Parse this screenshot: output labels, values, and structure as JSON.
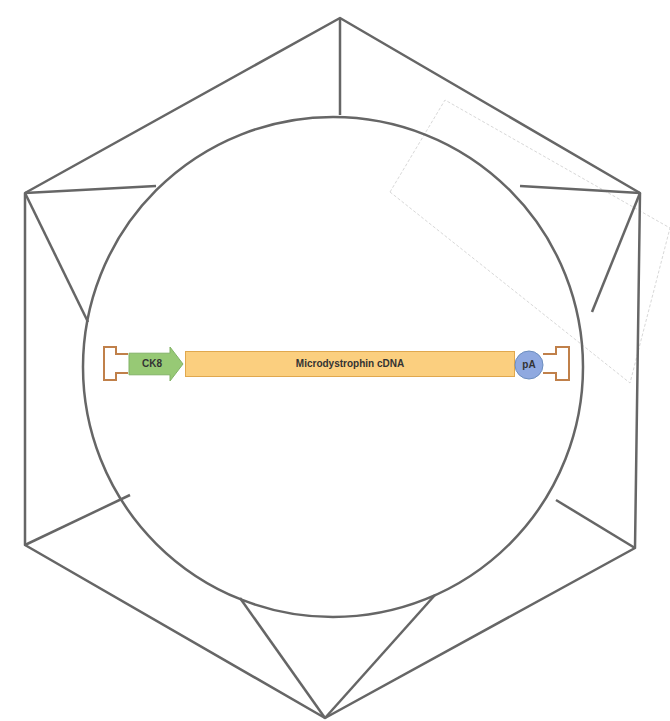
{
  "diagram": {
    "nodes": [
      {
        "text": [
          "CK8"
        ]
      },
      {
        "text": [
          "Microdystrophin cDNA"
        ]
      },
      {
        "text": [
          "pA"
        ]
      }
    ]
  }
}
